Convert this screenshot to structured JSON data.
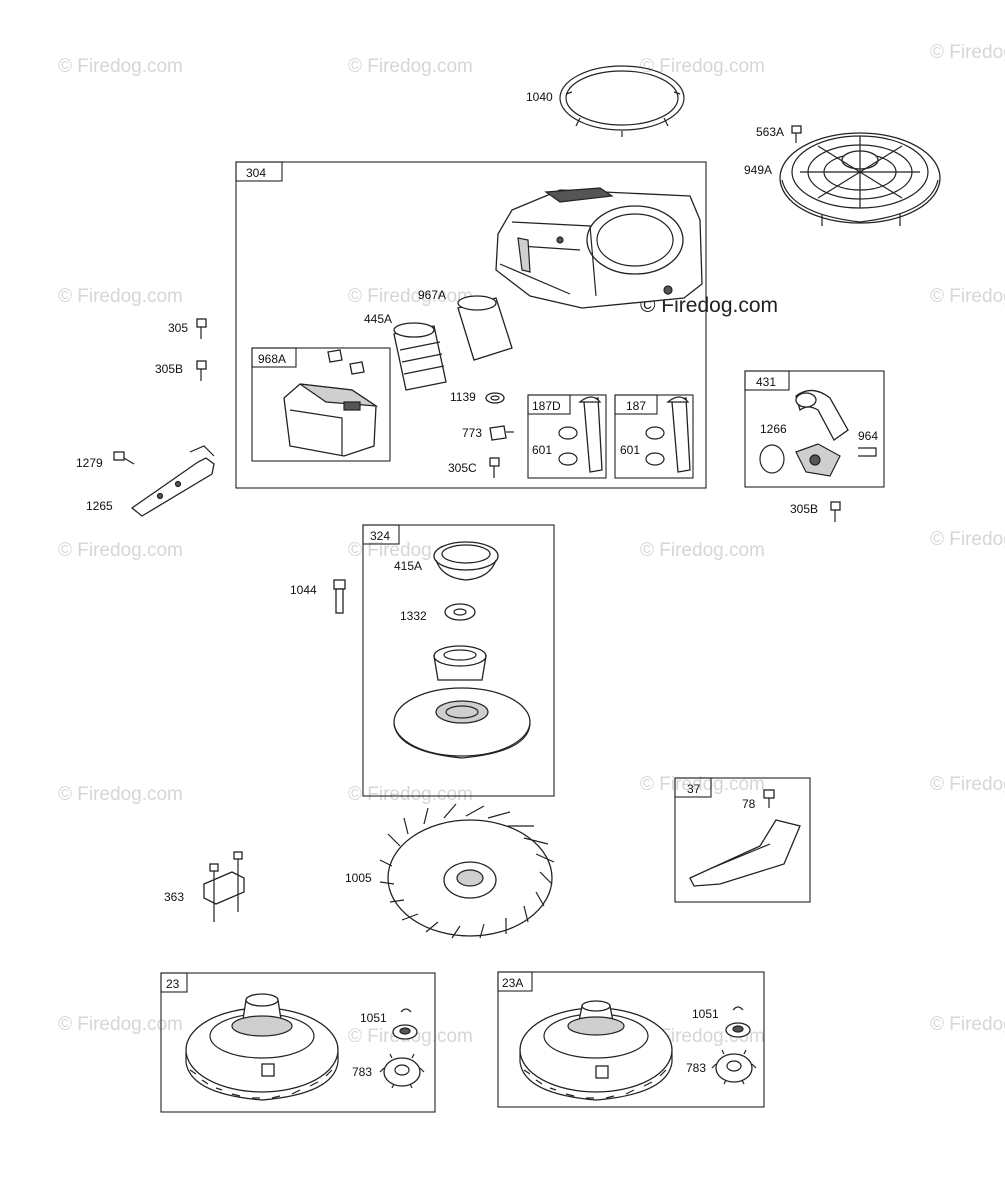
{
  "watermark": "© Firedog.com",
  "boxes": [
    {
      "id": "304",
      "label": "304"
    },
    {
      "id": "968A",
      "label": "968A"
    },
    {
      "id": "187D",
      "label": "187D"
    },
    {
      "id": "187",
      "label": "187"
    },
    {
      "id": "431",
      "label": "431"
    },
    {
      "id": "324",
      "label": "324"
    },
    {
      "id": "37",
      "label": "37"
    },
    {
      "id": "23",
      "label": "23"
    },
    {
      "id": "23A",
      "label": "23A"
    }
  ],
  "labels": {
    "p1040": "1040",
    "p563A": "563A",
    "p949A": "949A",
    "p967A": "967A",
    "p445A": "445A",
    "p305": "305",
    "p305B_left": "305B",
    "p1139": "1139",
    "p773": "773",
    "p305C": "305C",
    "p601_a": "601",
    "p601_b": "601",
    "p1279": "1279",
    "p1265": "1265",
    "p1266": "1266",
    "p964": "964",
    "p305B_right": "305B",
    "p415A": "415A",
    "p1332": "1332",
    "p1044": "1044",
    "p78": "78",
    "p1005": "1005",
    "p363": "363",
    "p1051_a": "1051",
    "p783_a": "783",
    "p1051_b": "1051",
    "p783_b": "783"
  }
}
